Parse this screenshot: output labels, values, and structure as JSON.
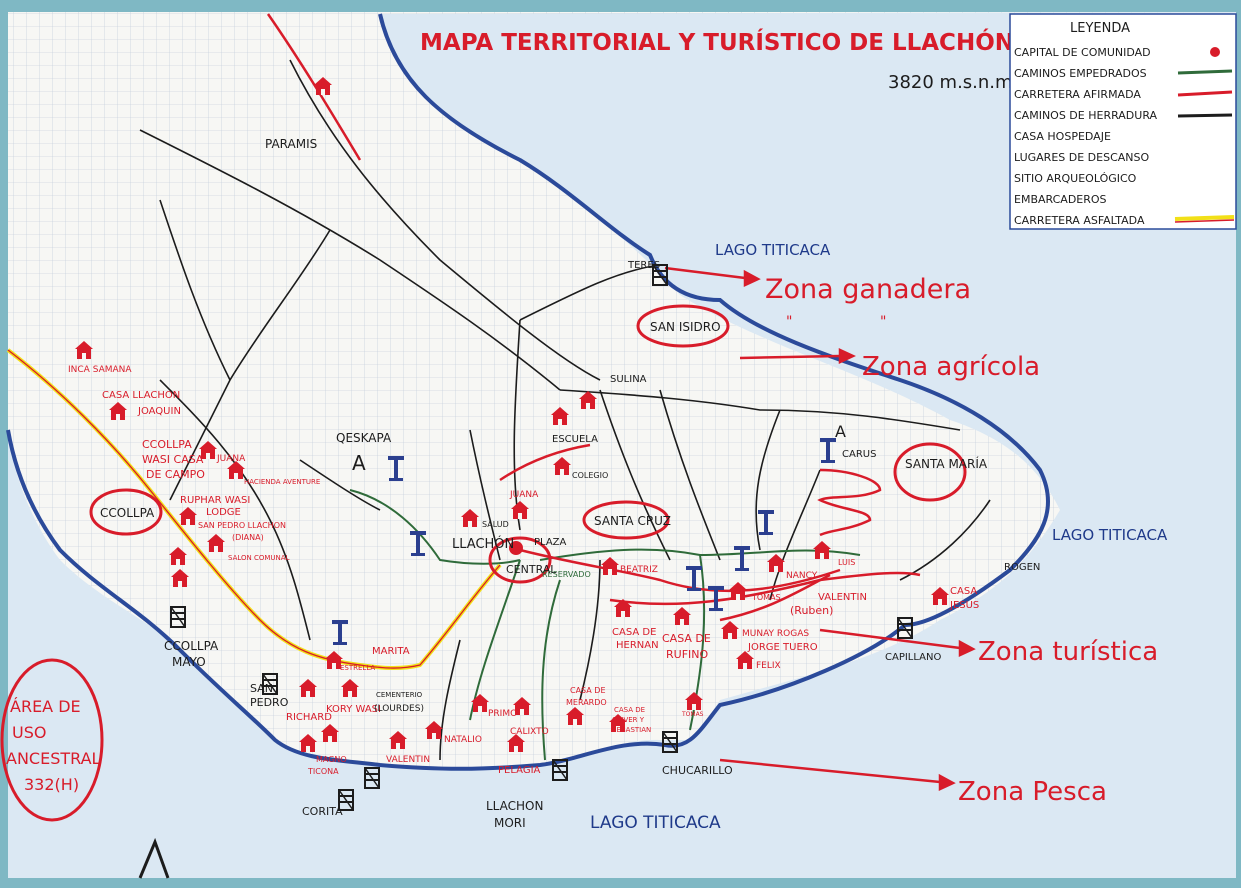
{
  "map": {
    "title": "MAPA TERRITORIAL Y TURÍSTICO DE LLACHÓN",
    "altitude": "3820 m.s.n.m.",
    "colors": {
      "lake": "#dbe8f3",
      "shore": "#2b4a9a",
      "red": "#d81c2a",
      "green": "#2f6b3a",
      "black": "#1c1c1c",
      "yellow": "#f2e018",
      "blue_text": "#1f3a8a",
      "paper": "#f7f7f4"
    }
  },
  "legend": {
    "title": "LEYENDA",
    "items": [
      {
        "label": "CAPITAL DE COMUNIDAD",
        "icon": "red-dot-icon"
      },
      {
        "label": "CAMINOS EMPEDRADOS",
        "icon": "green-line-icon"
      },
      {
        "label": "CARRETERA AFIRMADA",
        "icon": "red-line-icon"
      },
      {
        "label": "CAMINOS DE HERRADURA",
        "icon": "black-line-icon"
      },
      {
        "label": "CASA HOSPEDAJE",
        "icon": "house-icon"
      },
      {
        "label": "LUGARES DE DESCANSO",
        "icon": "rest-icon"
      },
      {
        "label": "SITIO ARQUEOLÓGICO",
        "icon": "archaeological-a-icon"
      },
      {
        "label": "EMBARCADEROS",
        "icon": "pier-icon"
      },
      {
        "label": "CARRETERA ASFALTADA",
        "icon": "yellow-red-line-icon"
      }
    ]
  },
  "lakes": [
    "LAGO TITICACA",
    "LAGO TITICACA",
    "LAGO TITICACA"
  ],
  "zones": [
    {
      "label": "Zona ganadera"
    },
    {
      "label": "\"",
      "label2": "\""
    },
    {
      "label": "Zona agrícola"
    },
    {
      "label": "Zona turística"
    },
    {
      "label": "Zona Pesca"
    }
  ],
  "circled": [
    "SAN ISIDRO",
    "SANTA MARÍA",
    "SANTA CRUZ",
    "CENTRAL",
    "CCOLLPA"
  ],
  "places": {
    "paramis": "PARAMIS",
    "teres": "TERES",
    "sulina": "SULINA",
    "escuela": "ESCUELA",
    "qeskapa": "QESKAPA",
    "llachon": "LLACHÓN",
    "plaza": "PLAZA",
    "salud": "SALUD",
    "juana": "JUANA",
    "colegio": "COLEGIO",
    "carus": "CARUS",
    "rogen": "ROGEN",
    "capillano": "CAPILLANO",
    "chucarillo": "CHUCARILLO",
    "llachon_mori_1": "LLACHON",
    "llachon_mori_2": "MORI",
    "corita": "CORITA",
    "san_pedro_1": "SAN",
    "san_pedro_2": "PEDRO",
    "ccollpa_mayo_1": "CCOLLPA",
    "ccollpa_mayo_2": "MAYO",
    "area_1": "ÁREA DE",
    "area_2": "USO",
    "area_3": "ANCESTRAL",
    "area_4": "332(H)",
    "inca_samana": "INCA SAMANA",
    "casa_llachon": "CASA LLACHON",
    "joaquin": "JOAQUIN",
    "ccollpa_wasi_1": "CCOLLPA",
    "ccollpa_wasi_2": "WASI CASA",
    "ccollpa_wasi_3": "DE CAMPO",
    "juana2": "JUANA",
    "hacienda": "HACIENDA AVENTURE",
    "ruphar_1": "RUPHAR WASI",
    "ruphar_2": "LODGE",
    "ruphar_3": "SAN PEDRO LLACHON",
    "ruphar_4": "(DIANA)",
    "salon": "SALON COMUNAL",
    "beatriz": "BEATRIZ",
    "reservado": "RESERVADO",
    "casa_hernan_1": "CASA DE",
    "casa_hernan_2": "HERNAN",
    "casa_rufino_1": "CASA DE",
    "casa_rufino_2": "RUFINO",
    "tomas": "TOMAS",
    "nancy": "NANCY",
    "luis": "LUIS",
    "valentin_ruben_1": "VALENTIN",
    "valentin_ruben_2": "(Ruben)",
    "casa_jesus_1": "CASA",
    "casa_jesus_2": "JESUS",
    "munay_1": "MUNAY ROGAS",
    "munay_2": "JORGE TUERO",
    "felix": "FELIX",
    "marita": "MARITA",
    "richard": "RICHARD",
    "kory_wasi": "KORY WASI",
    "cementerio_1": "CEMENTERIO",
    "cementerio_2": "(LOURDES)",
    "estrella": "ESTRELLA",
    "magno_1": "MAGNO",
    "magno_2": "TICONA",
    "valentin": "VALENTIN",
    "natalio": "NATALIO",
    "primo": "PRIMO",
    "calixto": "CALIXTO",
    "casa_merardo_1": "CASA DE",
    "casa_merardo_2": "MERARDO",
    "casa_oliver_1": "CASA DE",
    "casa_oliver_2": "OLIVER Y",
    "casa_oliver_3": "SEBASTIAN",
    "pelagia": "PELAGIA",
    "tomas2": "TOMAS"
  }
}
